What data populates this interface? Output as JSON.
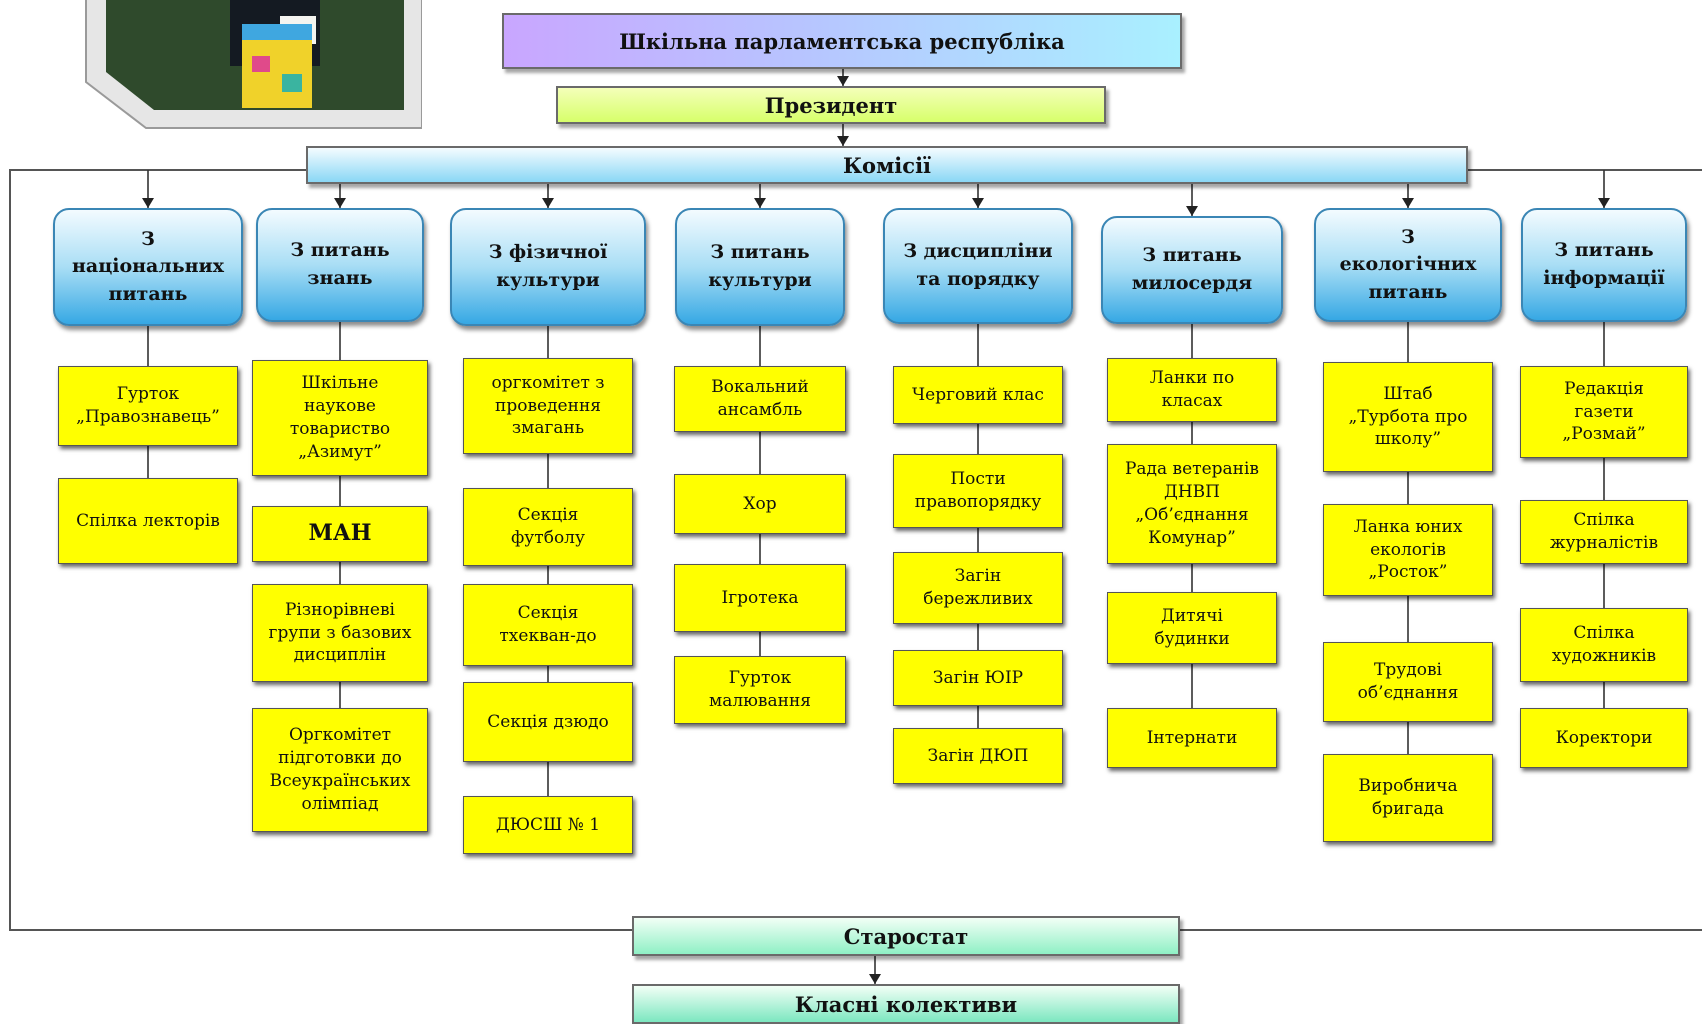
{
  "header": {
    "title": "Шкільна парламентська  республіка",
    "president": "Президент",
    "commissions": "Комісії"
  },
  "footer": {
    "starostat": "Старостат",
    "class_collectives": "Класні колективи"
  },
  "commissions": [
    {
      "title": "З\nнаціональних\nпитань",
      "groups": [
        "Гурток\n„Правознавець”",
        "Спілка лекторів"
      ]
    },
    {
      "title": "З питань\nзнань",
      "groups": [
        "Шкільне\nнаукове\nтовариство\n„Азимут”",
        "МАН",
        "Різнорівневі\nгрупи з базових\nдисциплін",
        "Оргкомітет\nпідготовки до\nВсеукраїнських\nолімпіад"
      ]
    },
    {
      "title": "З фізичної\nкультури",
      "groups": [
        "оргкомітет з\nпроведення\nзмагань",
        "Секція\nфутболу",
        "Секція\nтхекван-до",
        "Секція дзюдо",
        "ДЮСШ № 1"
      ]
    },
    {
      "title": "З питань\nкультури",
      "groups": [
        "Вокальний\nансамбль",
        "Хор",
        "Ігротека",
        "Гурток\nмалювання"
      ]
    },
    {
      "title": "З дисципліни\nта порядку",
      "groups": [
        "Черговий клас",
        "Пости\nправопорядку",
        "Загін\nбережливих",
        "Загін ЮІР",
        "Загін ДЮП"
      ]
    },
    {
      "title": "З питань\nмилосердя",
      "groups": [
        "Ланки по\nкласах",
        "Рада ветеранів\nДНВП\n„Об’єднання\nКомунар”",
        "Дитячі\nбудинки",
        "Інтернати"
      ]
    },
    {
      "title": "З\nекологічних\nпитань",
      "groups": [
        "Штаб\n„Турбота про\nшколу”",
        "Ланка юних\nекологів\n„Росток”",
        "Трудові\nоб’єднання",
        "Виробнича\nбригада"
      ]
    },
    {
      "title": "З питань\nінформації",
      "groups": [
        "Редакція\nгазети\n„Розмай”",
        "Спілка\nжурналістів",
        "Спілка\nхудожників",
        "Коректори"
      ]
    }
  ]
}
